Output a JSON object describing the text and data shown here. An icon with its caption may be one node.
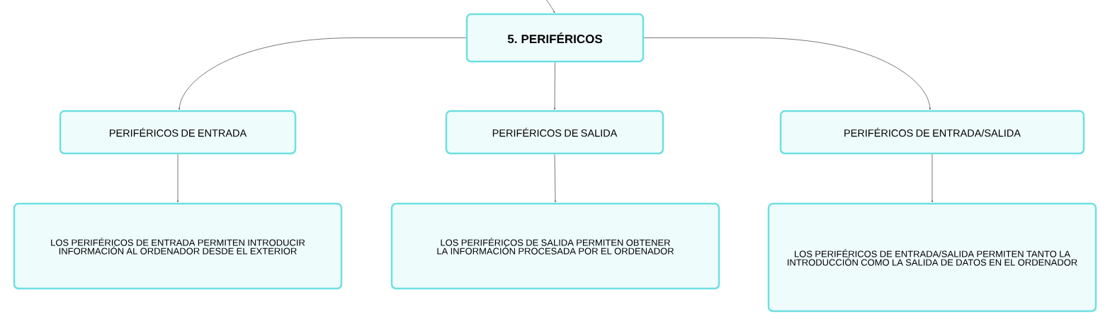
{
  "diagram": {
    "nodes": [
      {
        "text": [
          "5. PERIFÉRICOS"
        ]
      },
      {
        "text": [
          "PERIFÉRICOS DE ENTRADA"
        ]
      },
      {
        "text": [
          "PERIFÉRICOS DE SALIDA"
        ]
      },
      {
        "text": [
          "PERIFÉRICOS DE ENTRADA/SALIDA"
        ]
      },
      {
        "text": [
          "LOS PERIFÉRICOS DE ENTRADA PERMITEN INTRODUCIR INFORMACIÓN AL ORDENADOR DESDE EL EXTERIOR"
        ]
      },
      {
        "text": [
          "LOS PERIFÉRICOS DE SALIDA PERMITEN OBTENER LA INFORMACIÓN PROCESADA POR EL ORDENADOR"
        ]
      },
      {
        "text": [
          "LOS PERIFÉRICOS DE ENTRADA/SALIDA PERMITEN TANTO LA INTRODUCCIÓN COMO LA SALIDA DE DATOS EN EL ORDENADOR"
        ]
      }
    ],
    "edges": [
      {
        "from": null,
        "to": 0,
        "arrow": "to"
      },
      {
        "from": 0,
        "to": 1,
        "arrow": "to"
      },
      {
        "from": 0,
        "to": 2,
        "arrow": "to"
      },
      {
        "from": 0,
        "to": 3,
        "arrow": "to"
      },
      {
        "from": 1,
        "to": 4,
        "arrow": "to"
      },
      {
        "from": 2,
        "to": 5,
        "arrow": "to"
      },
      {
        "from": 3,
        "to": 6,
        "arrow": "to"
      }
    ]
  }
}
